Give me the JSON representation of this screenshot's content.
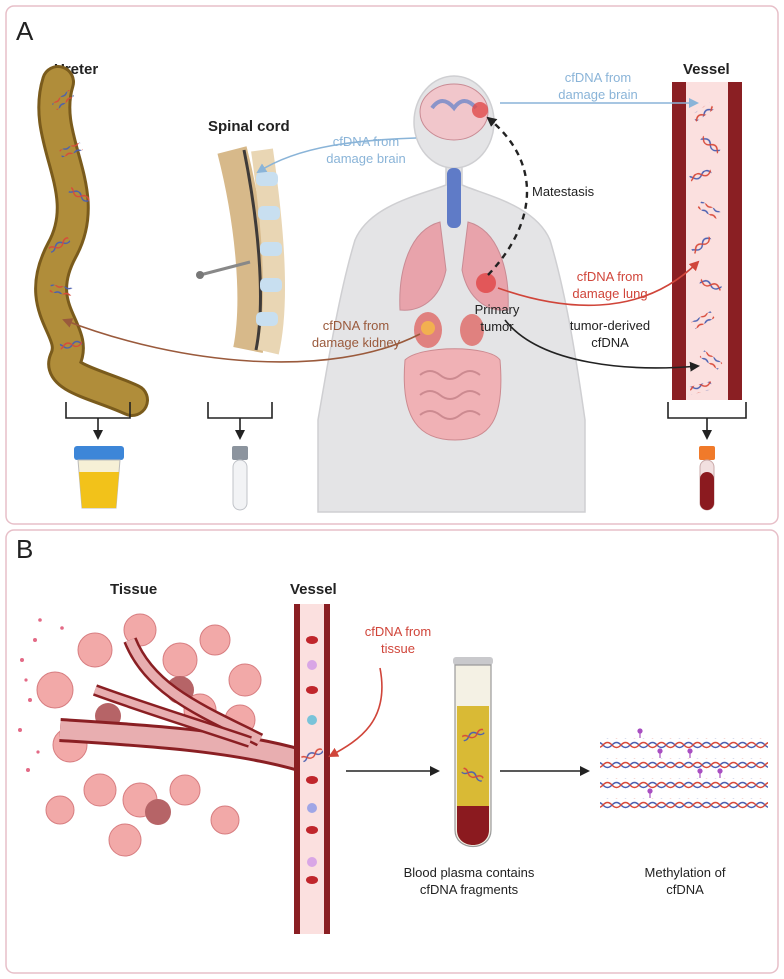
{
  "panel_a": {
    "letter": "A",
    "ureter_title": "Ureter",
    "spinal_title": "Spinal cord",
    "vessel_title": "Vessel",
    "brain_to_vessel": [
      "cfDNA from",
      "damage brain"
    ],
    "brain_to_spine": [
      "cfDNA from",
      "damage brain"
    ],
    "metastasis": "Matestasis",
    "lung_label": [
      "cfDNA from",
      "damage lung"
    ],
    "primary_tumor": [
      "Primary",
      "tumor"
    ],
    "tumor_derived": [
      "tumor-derived",
      "cfDNA"
    ],
    "kidney_label": [
      "cfDNA from",
      "damage kidney"
    ]
  },
  "panel_b": {
    "letter": "B",
    "tissue_title": "Tissue",
    "vessel_title": "Vessel",
    "from_tissue": [
      "cfDNA from",
      "tissue"
    ],
    "plasma_caption": [
      "Blood plasma contains",
      "cfDNA fragments"
    ],
    "methylation_caption": [
      "Methylation of",
      "cfDNA"
    ]
  },
  "colors": {
    "light_blue": "#8ab4d8",
    "red_label": "#d0453a",
    "brown_label": "#9a5a3c",
    "vessel_wall": "#8a1f23",
    "vessel_lumen": "#fbe0df",
    "ureter": "#b08d3a",
    "urine": "#f2c21a",
    "cap_blue": "#3d86d8",
    "blood": "#8b1a1f",
    "panel_border": "#e7bfc8"
  }
}
